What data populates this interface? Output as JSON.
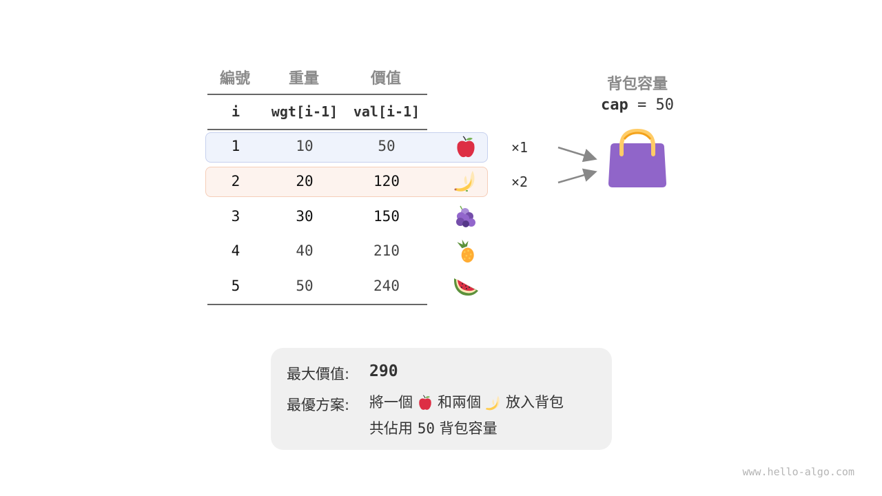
{
  "table": {
    "headers_cn": [
      "編號",
      "重量",
      "價值"
    ],
    "headers_code": [
      "i",
      "wgt[i-1]",
      "val[i-1]"
    ],
    "rows": [
      {
        "i": "1",
        "wgt": "10",
        "val": "50",
        "fruit": "apple",
        "highlight": "blue",
        "multiplier": "×1"
      },
      {
        "i": "2",
        "wgt": "20",
        "val": "120",
        "fruit": "banana",
        "highlight": "orange",
        "multiplier": "×2"
      },
      {
        "i": "3",
        "wgt": "30",
        "val": "150",
        "fruit": "grapes",
        "highlight": "none"
      },
      {
        "i": "4",
        "wgt": "40",
        "val": "210",
        "fruit": "pineapple",
        "highlight": "none"
      },
      {
        "i": "5",
        "wgt": "50",
        "val": "240",
        "fruit": "watermelon",
        "highlight": "none"
      }
    ]
  },
  "knapsack": {
    "title": "背包容量",
    "cap_name": "cap",
    "cap_eq": "= 50",
    "icon": "handbag-icon"
  },
  "summary": {
    "max_label": "最大價值:",
    "max_value": "290",
    "plan_label": "最優方案:",
    "plan_part1": "將一個",
    "plan_part2": "和兩個",
    "plan_part3": "放入背包",
    "plan_line2_a": "共佔用",
    "plan_line2_num": "50",
    "plan_line2_b": "背包容量"
  },
  "colors": {
    "row1_bg": "#eff3fc",
    "row1_border": "#c6d0ee",
    "row2_bg": "#fdf3ee",
    "row2_border": "#f5cdb8",
    "bag": "#9065c9",
    "bag_handle": "#fdcb66",
    "arrow": "#888888"
  },
  "footer": "www.hello-algo.com"
}
